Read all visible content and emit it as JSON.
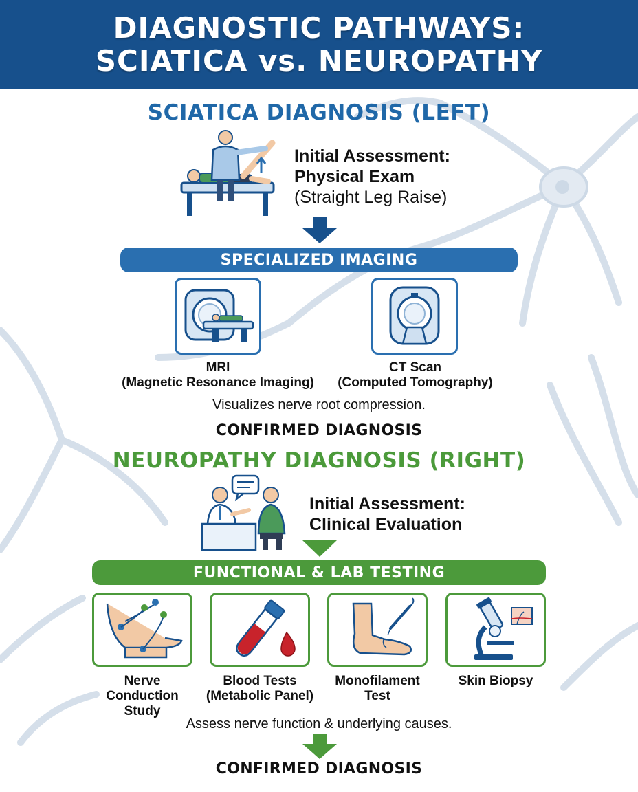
{
  "header": {
    "line1": "DIAGNOSTIC PATHWAYS:",
    "line2": "SCIATICA vs. NEUROPATHY"
  },
  "sciatica": {
    "title": "SCIATICA DIAGNOSIS (LEFT)",
    "assessment": {
      "line1": "Initial Assessment:",
      "line2": "Physical Exam",
      "line3": "(Straight Leg Raise)"
    },
    "bar_label": "SPECIALIZED IMAGING",
    "tests": [
      {
        "line1": "MRI",
        "line2": "(Magnetic Resonance Imaging)",
        "icon": "mri-scanner-icon"
      },
      {
        "line1": "CT Scan",
        "line2": "(Computed Tomography)",
        "icon": "ct-scanner-icon"
      }
    ],
    "note": "Visualizes nerve root compression.",
    "result": "CONFIRMED DIAGNOSIS"
  },
  "neuropathy": {
    "title": "NEUROPATHY DIAGNOSIS (RIGHT)",
    "assessment": {
      "line1": "Initial Assessment:",
      "line2": "Clinical Evaluation"
    },
    "bar_label": "FUNCTIONAL & LAB TESTING",
    "tests": [
      {
        "line1": "Nerve",
        "line2": "Conduction",
        "line3": "Study",
        "icon": "nerve-conduction-icon"
      },
      {
        "line1": "Blood Tests",
        "line2": "(Metabolic Panel)",
        "icon": "blood-tube-icon"
      },
      {
        "line1": "Monofilament",
        "line2": "Test",
        "icon": "foot-monofilament-icon"
      },
      {
        "line1": "Skin Biopsy",
        "icon": "microscope-icon"
      }
    ],
    "note": "Assess nerve function & underlying causes.",
    "result": "CONFIRMED DIAGNOSIS"
  },
  "colors": {
    "header": "#17508c",
    "blue": "#2a6fb0",
    "green": "#4c9a3b",
    "nerve_bg": "#c9d6e4"
  }
}
